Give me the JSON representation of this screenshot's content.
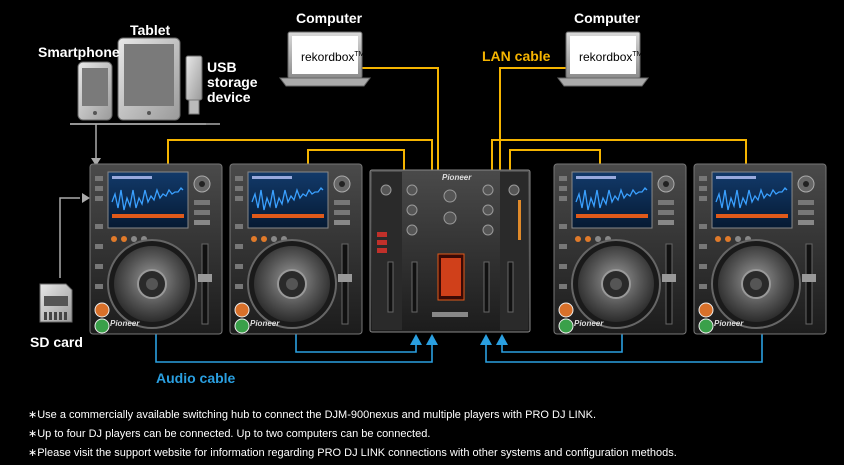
{
  "devices": {
    "smartphone": "Smartphone",
    "tablet": "Tablet",
    "usb_line1": "USB",
    "usb_line2": "storage",
    "usb_line3": "device",
    "computer_left": "Computer",
    "computer_right": "Computer",
    "software_left": "rekordbox",
    "software_right": "rekordbox",
    "tm": "TM",
    "sd_card": "SD card",
    "player_brand": "Pioneer",
    "mixer_brand": "Pioneer"
  },
  "cables": {
    "lan": "LAN cable",
    "audio": "Audio cable"
  },
  "notes": [
    "∗Use a commercially available switching hub to connect the DJM-900nexus and multiple players with PRO DJ LINK.",
    "∗Up to four DJ players can be connected. Up to two computers can be connected.",
    "∗Please visit the support website for information regarding PRO DJ LINK connections with other systems and configuration methods."
  ],
  "colors": {
    "lan": "#f5b400",
    "audio": "#2a9fe0",
    "background": "#000000"
  }
}
